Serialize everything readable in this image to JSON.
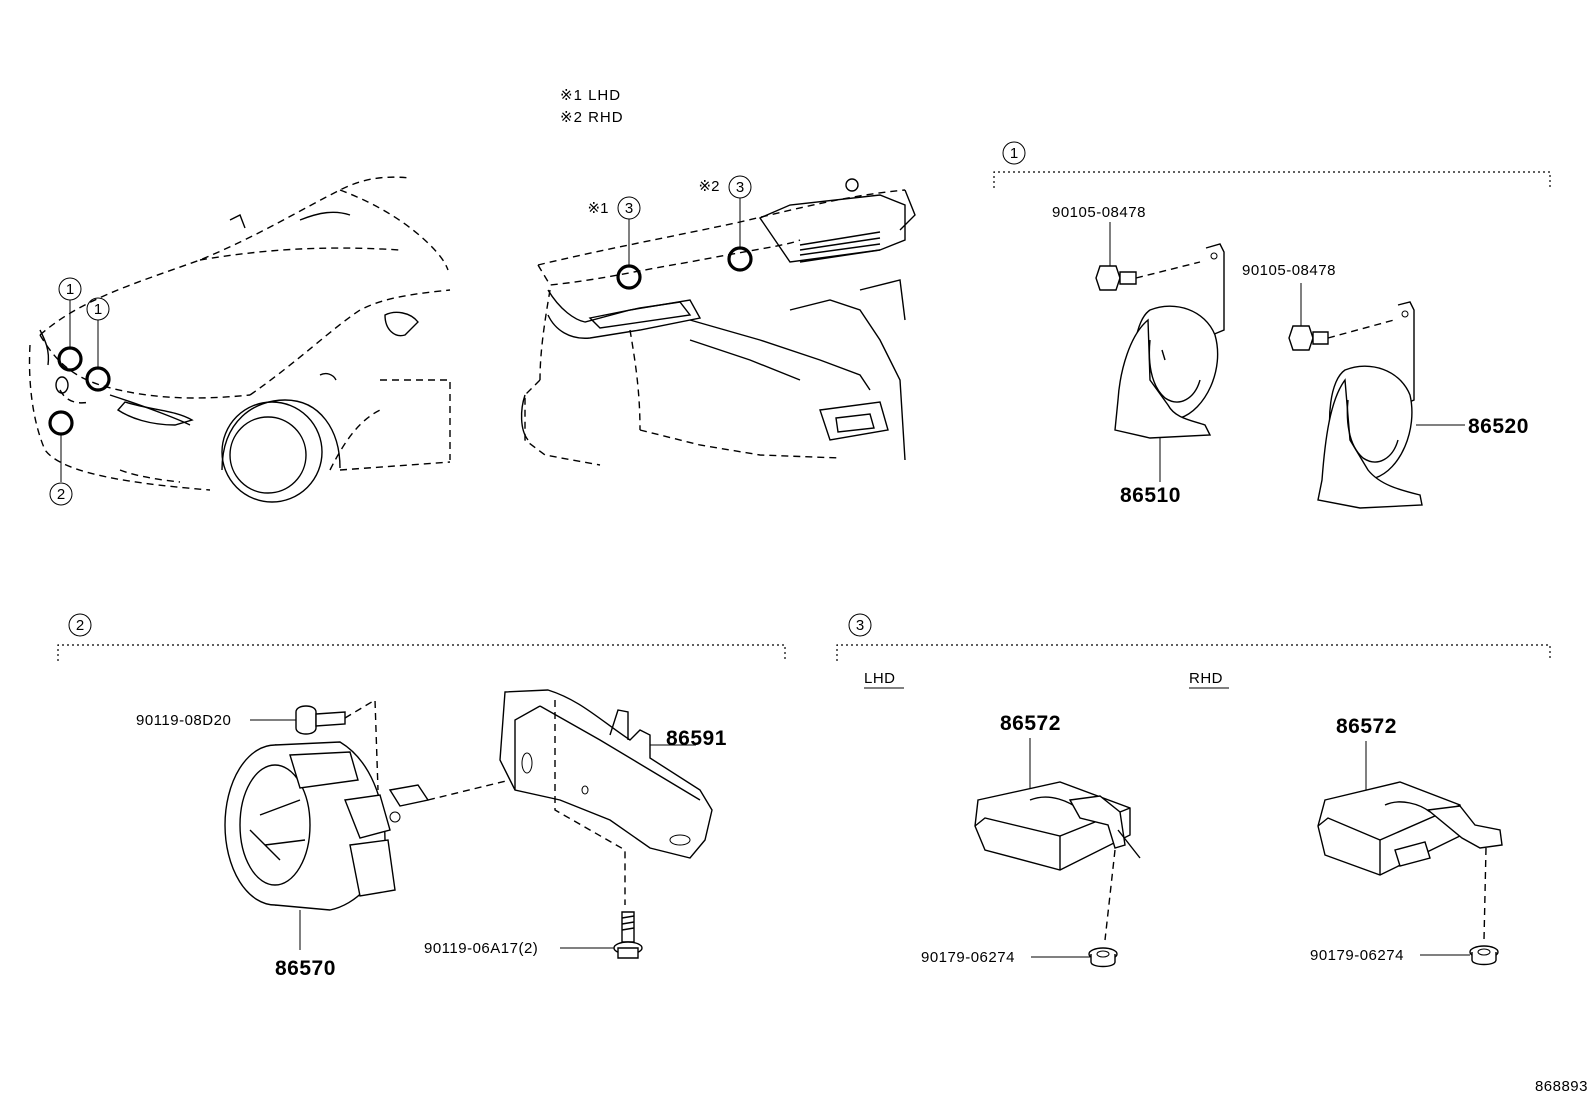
{
  "notes": {
    "n1": "※1 LHD",
    "n2": "※2 RHD"
  },
  "location_callouts": {
    "horn_a": "1",
    "horn_b": "1",
    "sensor": "2",
    "controller_lhd": "3",
    "controller_rhd": "3",
    "mark_lhd": "※1",
    "mark_rhd": "※2"
  },
  "section1": {
    "number": "1",
    "bolt_a": "90105-08478",
    "bolt_b": "90105-08478",
    "horn_low": "86510",
    "horn_high": "86520"
  },
  "section2": {
    "number": "2",
    "bolt_top": "90119-08D20",
    "bolt_bottom": "90119-06A17(2)",
    "sensor": "86570",
    "bracket": "86591"
  },
  "section3": {
    "number": "3",
    "lhd_label": "LHD",
    "rhd_label": "RHD",
    "controller_lhd": "86572",
    "controller_rhd": "86572",
    "nut_lhd": "90179-06274",
    "nut_rhd": "90179-06274"
  },
  "figure_id": "868893"
}
